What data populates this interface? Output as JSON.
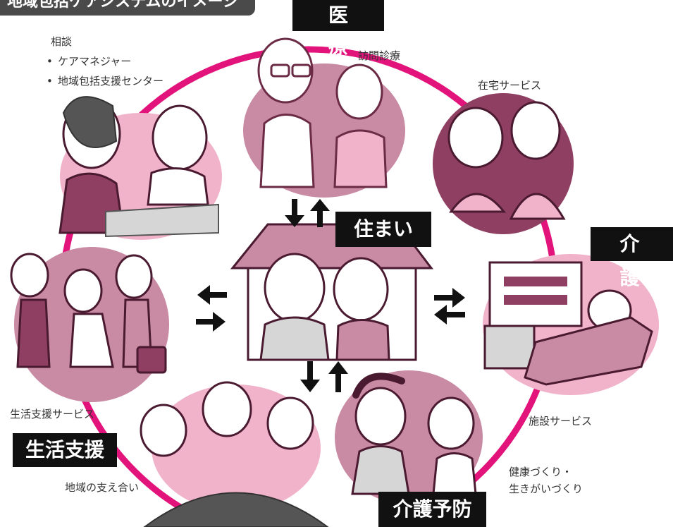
{
  "title": "地域包括ケアシステムのイメージ",
  "center_label": "住まい",
  "nodes": {
    "iryo": {
      "tag": "医　療",
      "caption": "訪問診療"
    },
    "zaitaku": {
      "caption": "在宅サービス"
    },
    "kaigo": {
      "tag": "介　護",
      "caption": "施設サービス"
    },
    "yobo": {
      "tag": "介護予防",
      "caption_line1": "健康づくり・",
      "caption_line2": "生きがいづくり"
    },
    "sasaeai": {
      "caption": "地域の支え合い"
    },
    "seikatsu": {
      "tag": "生活支援",
      "caption": "生活支援サービス"
    },
    "soudan": {
      "title": "相談",
      "items": [
        "ケアマネジャー",
        "地域包括支援センター"
      ],
      "bullet": "•"
    }
  },
  "colors": {
    "ring": "#e2137a",
    "circle_light": "#f1b3ca",
    "circle_mid": "#c98aa3",
    "circle_dark": "#8f3f62",
    "house_roof": "#c98aa3",
    "tag_bg": "#111111",
    "title_bg": "#4a4a4a"
  }
}
